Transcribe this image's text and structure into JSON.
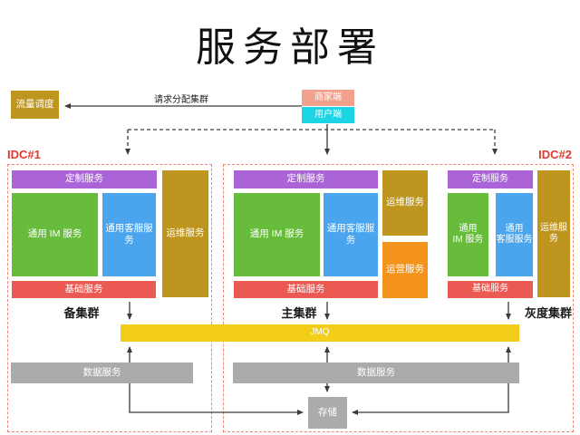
{
  "title": "服务部署",
  "colors": {
    "gold": "#BE951F",
    "purple": "#AA64D8",
    "green": "#67BC3C",
    "blue": "#4BA4EE",
    "red": "#EB5A52",
    "orange": "#F5941D",
    "salmon": "#F2A28C",
    "cyan": "#1BD5E5",
    "yellow": "#F2CE1A",
    "gray": "#ABABAB",
    "border": "#F0837A",
    "idc": "#E0392E",
    "arrow": "#3A3A3A"
  },
  "top": {
    "traffic_scheduler": "流量调度",
    "request_label": "请求分配集群",
    "merchant_client": "商家端",
    "user_client": "用户端"
  },
  "idc1": {
    "label": "IDC#1",
    "cluster_label": "备集群",
    "services": {
      "custom": "定制服务",
      "im": "通用 IM 服务",
      "cs": "通用客服服务",
      "ops": "运维服务",
      "base": "基础服务"
    }
  },
  "main": {
    "cluster_label": "主集群",
    "services": {
      "custom": "定制服务",
      "im": "通用 IM 服务",
      "cs": "通用客服服务",
      "ops": "运维服务",
      "operation": "运营服务",
      "base": "基础服务"
    }
  },
  "idc2": {
    "label": "IDC#2",
    "cluster_label": "灰度集群",
    "services": {
      "custom": "定制服务",
      "im": "通用\nIM 服务",
      "cs": "通用\n客服服务",
      "ops": "运维服\n务",
      "base": "基础服务"
    }
  },
  "bottom": {
    "jmq": "JMQ",
    "data_service_left": "数据服务",
    "data_service_right": "数据服务",
    "storage": "存储"
  }
}
